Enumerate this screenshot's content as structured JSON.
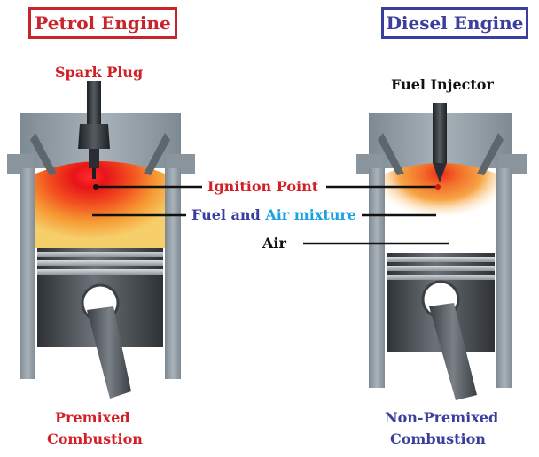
{
  "titles": {
    "petrol": "Petrol Engine",
    "diesel": "Diesel Engine"
  },
  "labels": {
    "spark_plug": "Spark Plug",
    "fuel_injector": "Fuel Injector",
    "ignition_point": "Ignition Point",
    "fuel_and": "Fuel and",
    "air_mixture": "Air mixture",
    "air": "Air",
    "premixed_line1": "Premixed",
    "premixed_line2": "Combustion",
    "nonpremixed_line1": "Non-Premixed",
    "nonpremixed_line2": "Combustion"
  },
  "colors": {
    "petrol_accent": "#c8242b",
    "diesel_accent": "#3a3e9c",
    "mixture_air_text": "#1aa3de",
    "cylinder_gray": "#8f9aa3",
    "piston_dark": "#4a4f55",
    "flame_red": "#e8141a",
    "flame_orange": "#f6a13b",
    "mixture_yellow": "#f6cf6a"
  }
}
